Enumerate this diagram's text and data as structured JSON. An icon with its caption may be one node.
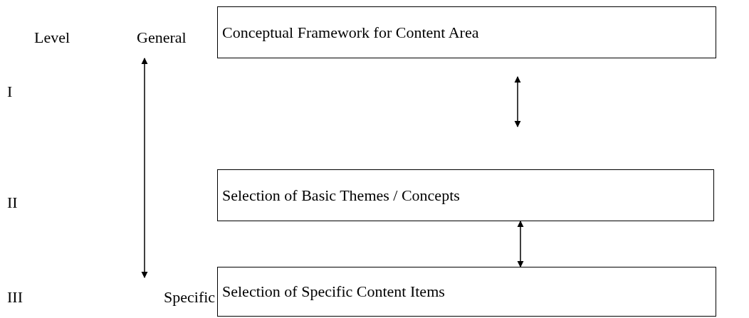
{
  "diagram": {
    "nodes": [
      {
        "text": [
          "General"
        ]
      },
      {
        "text": [
          "Conceptual Framework for Content Area"
        ]
      },
      {
        "text": [
          "Selection of Basic Themes / Concepts"
        ]
      },
      {
        "text": [
          "Specific"
        ]
      },
      {
        "text": [
          "Selection of Specific Content Items"
        ]
      }
    ],
    "edges": [
      {
        "from": 0,
        "to": 3,
        "arrow": "both"
      },
      {
        "from": 1,
        "to": 2,
        "arrow": "both"
      },
      {
        "from": 2,
        "to": 4,
        "arrow": "both"
      }
    ],
    "labels": [
      "Level",
      "I",
      "II",
      "III"
    ]
  }
}
